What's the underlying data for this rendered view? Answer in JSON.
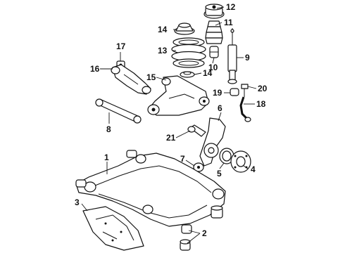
{
  "callouts": {
    "c1": "1",
    "c2": "2",
    "c3": "3",
    "c4": "4",
    "c5": "5",
    "c6": "6",
    "c7": "7",
    "c8": "8",
    "c9": "9",
    "c10": "10",
    "c11": "11",
    "c12": "12",
    "c13": "13",
    "c14a": "14",
    "c14b": "14",
    "c15": "15",
    "c16": "16",
    "c17": "17",
    "c18": "18",
    "c19": "19",
    "c20": "20",
    "c21": "21"
  }
}
